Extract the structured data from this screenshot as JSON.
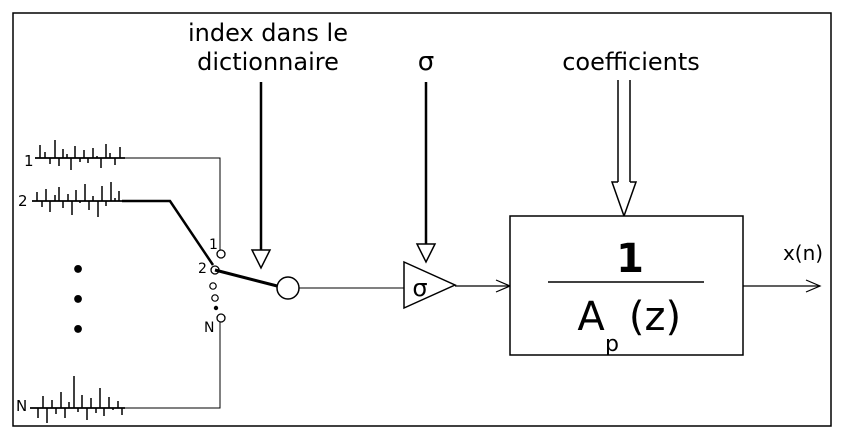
{
  "labels": {
    "index_line1": "index dans le",
    "index_line2": "dictionnaire",
    "sigma_top": "σ",
    "coefficients": "coefficients",
    "gain": "σ",
    "numerator": "1",
    "denominator_A": "A",
    "denominator_sub": "p",
    "denominator_z": "(z)",
    "output": "x(n)"
  },
  "codebook": {
    "entries": [
      {
        "label": "1"
      },
      {
        "label": "2"
      },
      {
        "label": "N"
      }
    ],
    "dots": [
      "•",
      "•",
      "•"
    ]
  },
  "switch": {
    "contacts": [
      "1",
      "2",
      "N"
    ]
  }
}
